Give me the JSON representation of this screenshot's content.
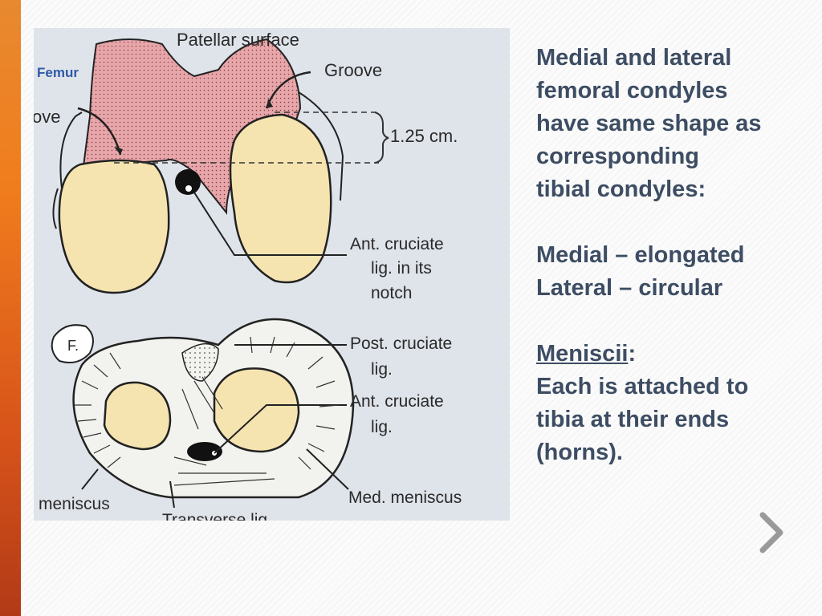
{
  "figure": {
    "labels": {
      "femur": "Femur",
      "patellar_surface": "Patellar surface",
      "groove_right": "Groove",
      "groove_left": "ove",
      "measurement": "1.25 cm.",
      "ant_cruciate_notch_1": "Ant. cruciate",
      "ant_cruciate_notch_2": "lig. in its",
      "ant_cruciate_notch_3": "notch",
      "fibula": "F.",
      "post_cruciate_1": "Post. cruciate",
      "post_cruciate_2": "lig.",
      "ant_cruciate_1": "Ant. cruciate",
      "ant_cruciate_2": "lig.",
      "lat_meniscus": "meniscus",
      "transverse": "Transverse lig",
      "med_meniscus": "Med. meniscus"
    }
  },
  "text": {
    "line1": "Medial and lateral",
    "line2": "femoral condyles",
    "line3": "have same shape as",
    "line4": "corresponding",
    "line5": "tibial condyles:",
    "medial": "Medial – elongated",
    "lateral": "Lateral – circular",
    "menisci_heading": "Meniscii",
    "menisci_colon": ":",
    "menisci_1": "Each is attached to",
    "menisci_2": "tibia at their ends",
    "menisci_3": "(horns)."
  },
  "colors": {
    "accent_bar": "#e8892f",
    "body_text": "#3d4d63",
    "femur_label": "#2e5aa8",
    "condyle_fill": "#f6e4b0",
    "patellar_fill": "#e6a2a6"
  },
  "nav": {
    "next_icon": "chevron-right-icon"
  }
}
